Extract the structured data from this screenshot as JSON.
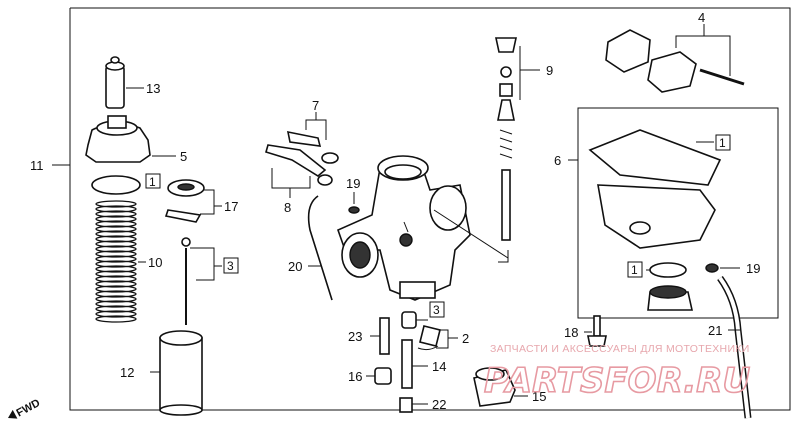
{
  "labels": {
    "p1a": "1",
    "p1b": "1",
    "p1c": "1",
    "p2": "2",
    "p3a": "3",
    "p3b": "3",
    "p4": "4",
    "p5": "5",
    "p6": "6",
    "p7": "7",
    "p8": "8",
    "p9": "9",
    "p10": "10",
    "p11": "11",
    "p12": "12",
    "p13": "13",
    "p14": "14",
    "p15": "15",
    "p16": "16",
    "p17": "17",
    "p18": "18",
    "p19a": "19",
    "p19b": "19",
    "p20": "20",
    "p21": "21",
    "p22": "22",
    "p23": "23"
  },
  "direction": {
    "fwd": "FWD"
  },
  "watermark": {
    "tagline": "ЗАПЧАСТИ И АКСЕССУАРЫ ДЛЯ МОТОТЕХНИКИ",
    "logo": "PARTSFOR.RU"
  }
}
